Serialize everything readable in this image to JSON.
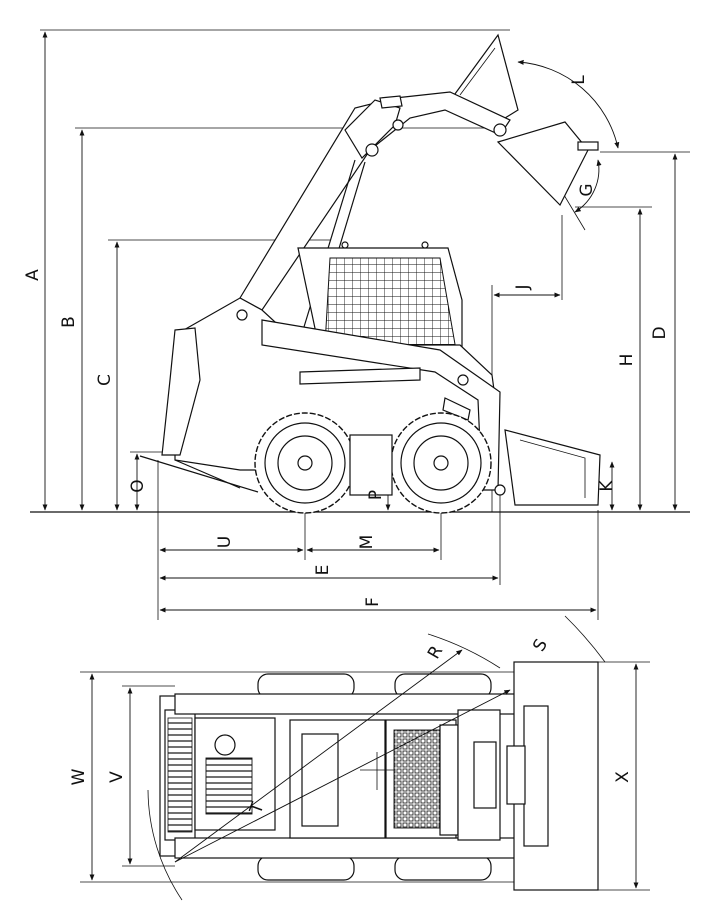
{
  "labels": {
    "A": "A",
    "B": "B",
    "C": "C",
    "D": "D",
    "E": "E",
    "F": "F",
    "G": "G",
    "H": "H",
    "J": "J",
    "K": "K",
    "L": "L",
    "M": "M",
    "O": "O",
    "P": "P",
    "R": "R",
    "S": "S",
    "T": "T",
    "U": "U",
    "V": "V",
    "W": "W",
    "X": "X"
  }
}
